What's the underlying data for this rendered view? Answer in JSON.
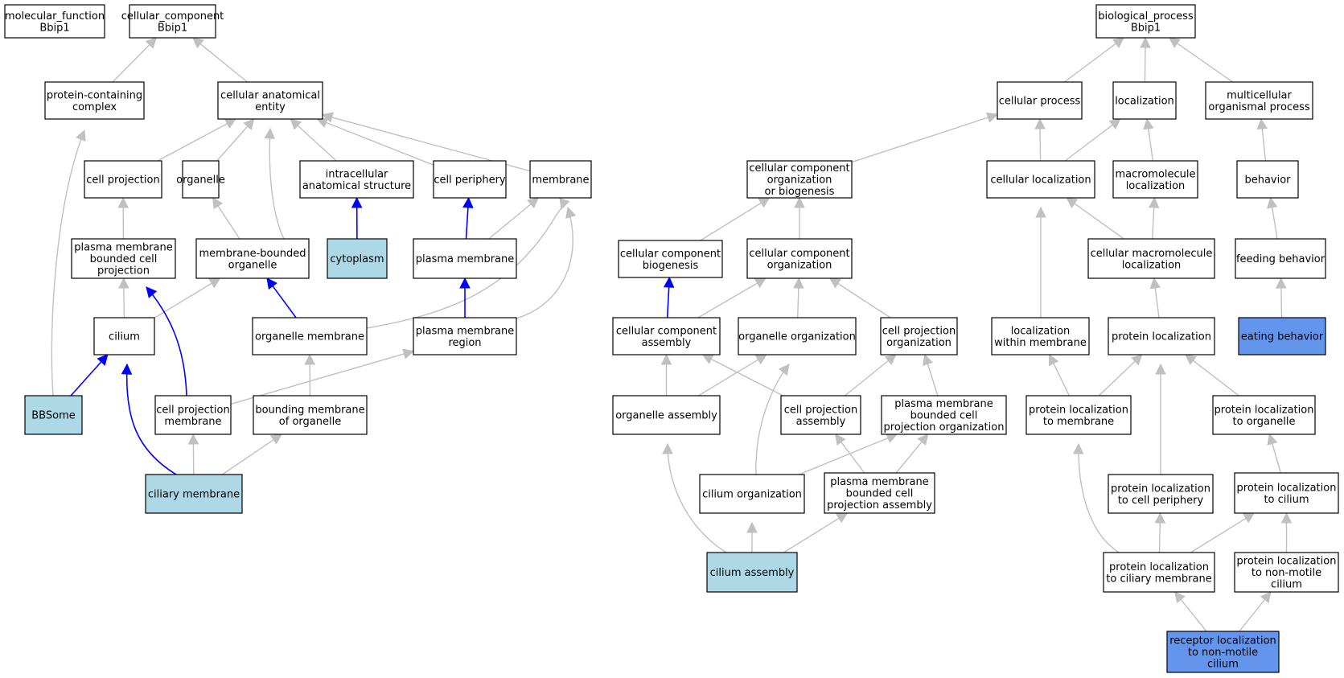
{
  "colors": {
    "default_fill": "#ffffff",
    "annotated_fill": "#add8e6",
    "query_fill": "#6495ed",
    "edge_grey": "#c0c0c0",
    "edge_blue": "#0000ff"
  },
  "nodes": [
    {
      "id": "mf",
      "lines": [
        "molecular_function",
        "Bbip1"
      ],
      "fill": "default"
    },
    {
      "id": "cc",
      "lines": [
        "cellular_component",
        "Bbip1"
      ],
      "fill": "default"
    },
    {
      "id": "bp",
      "lines": [
        "biological_process",
        "Bbip1"
      ],
      "fill": "default"
    },
    {
      "id": "pcc",
      "lines": [
        "protein-containing",
        "complex"
      ],
      "fill": "default"
    },
    {
      "id": "cae",
      "lines": [
        "cellular anatomical",
        "entity"
      ],
      "fill": "default"
    },
    {
      "id": "cellproj",
      "lines": [
        "cell projection"
      ],
      "fill": "default"
    },
    {
      "id": "organelle",
      "lines": [
        "organelle"
      ],
      "fill": "default"
    },
    {
      "id": "ias",
      "lines": [
        "intracellular",
        "anatomical structure"
      ],
      "fill": "default"
    },
    {
      "id": "cellper",
      "lines": [
        "cell periphery"
      ],
      "fill": "default"
    },
    {
      "id": "membrane",
      "lines": [
        "membrane"
      ],
      "fill": "default"
    },
    {
      "id": "pmbcp",
      "lines": [
        "plasma membrane",
        "bounded cell",
        "projection"
      ],
      "fill": "default"
    },
    {
      "id": "mbo",
      "lines": [
        "membrane-bounded",
        "organelle"
      ],
      "fill": "default"
    },
    {
      "id": "cytoplasm",
      "lines": [
        "cytoplasm"
      ],
      "fill": "annotated"
    },
    {
      "id": "pm",
      "lines": [
        "plasma membrane"
      ],
      "fill": "default"
    },
    {
      "id": "cilium",
      "lines": [
        "cilium"
      ],
      "fill": "default"
    },
    {
      "id": "orgmem",
      "lines": [
        "organelle membrane"
      ],
      "fill": "default"
    },
    {
      "id": "pmr",
      "lines": [
        "plasma membrane",
        "region"
      ],
      "fill": "default"
    },
    {
      "id": "bbsome",
      "lines": [
        "BBSome"
      ],
      "fill": "annotated"
    },
    {
      "id": "cpm",
      "lines": [
        "cell projection",
        "membrane"
      ],
      "fill": "default"
    },
    {
      "id": "bmo",
      "lines": [
        "bounding membrane",
        "of organelle"
      ],
      "fill": "default"
    },
    {
      "id": "cilmem",
      "lines": [
        "ciliary membrane"
      ],
      "fill": "annotated"
    },
    {
      "id": "cellproc",
      "lines": [
        "cellular process"
      ],
      "fill": "default"
    },
    {
      "id": "loc",
      "lines": [
        "localization"
      ],
      "fill": "default"
    },
    {
      "id": "mop",
      "lines": [
        "multicellular",
        "organismal process"
      ],
      "fill": "default"
    },
    {
      "id": "ccob",
      "lines": [
        "cellular component",
        "organization",
        "or biogenesis"
      ],
      "fill": "default"
    },
    {
      "id": "cellloc",
      "lines": [
        "cellular localization"
      ],
      "fill": "default"
    },
    {
      "id": "macloc",
      "lines": [
        "macromolecule",
        "localization"
      ],
      "fill": "default"
    },
    {
      "id": "behavior",
      "lines": [
        "behavior"
      ],
      "fill": "default"
    },
    {
      "id": "ccb",
      "lines": [
        "cellular component",
        "biogenesis"
      ],
      "fill": "default"
    },
    {
      "id": "cco",
      "lines": [
        "cellular component",
        "organization"
      ],
      "fill": "default"
    },
    {
      "id": "cmacloc",
      "lines": [
        "cellular macromolecule",
        "localization"
      ],
      "fill": "default"
    },
    {
      "id": "feeding",
      "lines": [
        "feeding behavior"
      ],
      "fill": "default"
    },
    {
      "id": "cca",
      "lines": [
        "cellular component",
        "assembly"
      ],
      "fill": "default"
    },
    {
      "id": "orgorg",
      "lines": [
        "organelle organization"
      ],
      "fill": "default"
    },
    {
      "id": "cpo",
      "lines": [
        "cell projection",
        "organization"
      ],
      "fill": "default"
    },
    {
      "id": "lwm",
      "lines": [
        "localization",
        "within membrane"
      ],
      "fill": "default"
    },
    {
      "id": "protloc",
      "lines": [
        "protein localization"
      ],
      "fill": "default"
    },
    {
      "id": "eating",
      "lines": [
        "eating behavior"
      ],
      "fill": "query"
    },
    {
      "id": "orgasm",
      "lines": [
        "organelle assembly"
      ],
      "fill": "default"
    },
    {
      "id": "cpa",
      "lines": [
        "cell projection",
        "assembly"
      ],
      "fill": "default"
    },
    {
      "id": "pmbcpo",
      "lines": [
        "plasma membrane",
        "bounded cell",
        "projection organization"
      ],
      "fill": "default"
    },
    {
      "id": "pltm",
      "lines": [
        "protein localization",
        "to membrane"
      ],
      "fill": "default"
    },
    {
      "id": "plto",
      "lines": [
        "protein localization",
        "to organelle"
      ],
      "fill": "default"
    },
    {
      "id": "cilorg",
      "lines": [
        "cilium organization"
      ],
      "fill": "default"
    },
    {
      "id": "pmbcpa",
      "lines": [
        "plasma membrane",
        "bounded cell",
        "projection assembly"
      ],
      "fill": "default"
    },
    {
      "id": "pltcp",
      "lines": [
        "protein localization",
        "to cell periphery"
      ],
      "fill": "default"
    },
    {
      "id": "pltc",
      "lines": [
        "protein localization",
        "to cilium"
      ],
      "fill": "default"
    },
    {
      "id": "cilasm",
      "lines": [
        "cilium assembly"
      ],
      "fill": "annotated"
    },
    {
      "id": "pltcm",
      "lines": [
        "protein localization",
        "to ciliary membrane"
      ],
      "fill": "default"
    },
    {
      "id": "pltnmc",
      "lines": [
        "protein localization",
        "to non-motile",
        "cilium"
      ],
      "fill": "default"
    },
    {
      "id": "rltnmc",
      "lines": [
        "receptor localization",
        "to non-motile",
        "cilium"
      ],
      "fill": "query"
    }
  ],
  "edges": [
    {
      "from": "pcc",
      "to": "cc",
      "kind": "is_a"
    },
    {
      "from": "cae",
      "to": "cc",
      "kind": "is_a"
    },
    {
      "from": "cellproj",
      "to": "cae",
      "kind": "is_a"
    },
    {
      "from": "organelle",
      "to": "cae",
      "kind": "is_a"
    },
    {
      "from": "ias",
      "to": "cae",
      "kind": "is_a"
    },
    {
      "from": "cellper",
      "to": "cae",
      "kind": "is_a"
    },
    {
      "from": "membrane",
      "to": "cae",
      "kind": "is_a"
    },
    {
      "from": "cytoplasm",
      "to": "cae",
      "kind": "is_a"
    },
    {
      "from": "bbsome",
      "to": "pcc",
      "kind": "is_a"
    },
    {
      "from": "pmbcp",
      "to": "cellproj",
      "kind": "is_a"
    },
    {
      "from": "mbo",
      "to": "organelle",
      "kind": "is_a"
    },
    {
      "from": "cytoplasm",
      "to": "ias",
      "kind": "part_of"
    },
    {
      "from": "pm",
      "to": "cellper",
      "kind": "part_of"
    },
    {
      "from": "pm",
      "to": "membrane",
      "kind": "is_a"
    },
    {
      "from": "orgmem",
      "to": "membrane",
      "kind": "is_a"
    },
    {
      "from": "pmr",
      "to": "membrane",
      "kind": "is_a"
    },
    {
      "from": "cilium",
      "to": "pmbcp",
      "kind": "is_a"
    },
    {
      "from": "cilium",
      "to": "mbo",
      "kind": "is_a"
    },
    {
      "from": "orgmem",
      "to": "mbo",
      "kind": "part_of"
    },
    {
      "from": "pmr",
      "to": "pm",
      "kind": "part_of"
    },
    {
      "from": "bbsome",
      "to": "cilium",
      "kind": "part_of"
    },
    {
      "from": "cpm",
      "to": "pmbcp",
      "kind": "part_of"
    },
    {
      "from": "cpm",
      "to": "pmr",
      "kind": "is_a"
    },
    {
      "from": "bmo",
      "to": "orgmem",
      "kind": "is_a"
    },
    {
      "from": "cilmem",
      "to": "cilium",
      "kind": "part_of"
    },
    {
      "from": "cilmem",
      "to": "cpm",
      "kind": "is_a"
    },
    {
      "from": "cilmem",
      "to": "bmo",
      "kind": "is_a"
    },
    {
      "from": "cellproc",
      "to": "bp",
      "kind": "is_a"
    },
    {
      "from": "loc",
      "to": "bp",
      "kind": "is_a"
    },
    {
      "from": "mop",
      "to": "bp",
      "kind": "is_a"
    },
    {
      "from": "ccob",
      "to": "cellproc",
      "kind": "is_a"
    },
    {
      "from": "cellloc",
      "to": "cellproc",
      "kind": "is_a"
    },
    {
      "from": "cellloc",
      "to": "loc",
      "kind": "is_a"
    },
    {
      "from": "macloc",
      "to": "loc",
      "kind": "is_a"
    },
    {
      "from": "behavior",
      "to": "mop",
      "kind": "is_a"
    },
    {
      "from": "ccb",
      "to": "ccob",
      "kind": "is_a"
    },
    {
      "from": "cco",
      "to": "ccob",
      "kind": "is_a"
    },
    {
      "from": "cmacloc",
      "to": "cellloc",
      "kind": "is_a"
    },
    {
      "from": "cmacloc",
      "to": "macloc",
      "kind": "is_a"
    },
    {
      "from": "feeding",
      "to": "behavior",
      "kind": "is_a"
    },
    {
      "from": "cca",
      "to": "ccb",
      "kind": "part_of"
    },
    {
      "from": "cca",
      "to": "cco",
      "kind": "is_a"
    },
    {
      "from": "orgorg",
      "to": "cco",
      "kind": "is_a"
    },
    {
      "from": "cpo",
      "to": "cco",
      "kind": "is_a"
    },
    {
      "from": "lwm",
      "to": "cellloc",
      "kind": "is_a"
    },
    {
      "from": "protloc",
      "to": "cmacloc",
      "kind": "is_a"
    },
    {
      "from": "eating",
      "to": "feeding",
      "kind": "is_a"
    },
    {
      "from": "orgasm",
      "to": "cca",
      "kind": "is_a"
    },
    {
      "from": "orgasm",
      "to": "orgorg",
      "kind": "is_a"
    },
    {
      "from": "cpa",
      "to": "cca",
      "kind": "is_a"
    },
    {
      "from": "cpa",
      "to": "cpo",
      "kind": "is_a"
    },
    {
      "from": "pmbcpo",
      "to": "cpo",
      "kind": "is_a"
    },
    {
      "from": "pltm",
      "to": "lwm",
      "kind": "is_a"
    },
    {
      "from": "pltm",
      "to": "protloc",
      "kind": "is_a"
    },
    {
      "from": "plto",
      "to": "protloc",
      "kind": "is_a"
    },
    {
      "from": "cilorg",
      "to": "orgorg",
      "kind": "is_a"
    },
    {
      "from": "cilorg",
      "to": "pmbcpo",
      "kind": "is_a"
    },
    {
      "from": "pmbcpa",
      "to": "cpa",
      "kind": "is_a"
    },
    {
      "from": "pmbcpa",
      "to": "pmbcpo",
      "kind": "is_a"
    },
    {
      "from": "pltcp",
      "to": "protloc",
      "kind": "is_a"
    },
    {
      "from": "pltc",
      "to": "plto",
      "kind": "is_a"
    },
    {
      "from": "cilasm",
      "to": "orgasm",
      "kind": "is_a"
    },
    {
      "from": "cilasm",
      "to": "cilorg",
      "kind": "is_a"
    },
    {
      "from": "cilasm",
      "to": "pmbcpa",
      "kind": "is_a"
    },
    {
      "from": "pltcm",
      "to": "pltm",
      "kind": "is_a"
    },
    {
      "from": "pltcm",
      "to": "pltcp",
      "kind": "is_a"
    },
    {
      "from": "pltcm",
      "to": "pltc",
      "kind": "is_a"
    },
    {
      "from": "pltnmc",
      "to": "pltc",
      "kind": "is_a"
    },
    {
      "from": "rltnmc",
      "to": "pltcm",
      "kind": "is_a"
    },
    {
      "from": "rltnmc",
      "to": "pltnmc",
      "kind": "is_a"
    }
  ]
}
